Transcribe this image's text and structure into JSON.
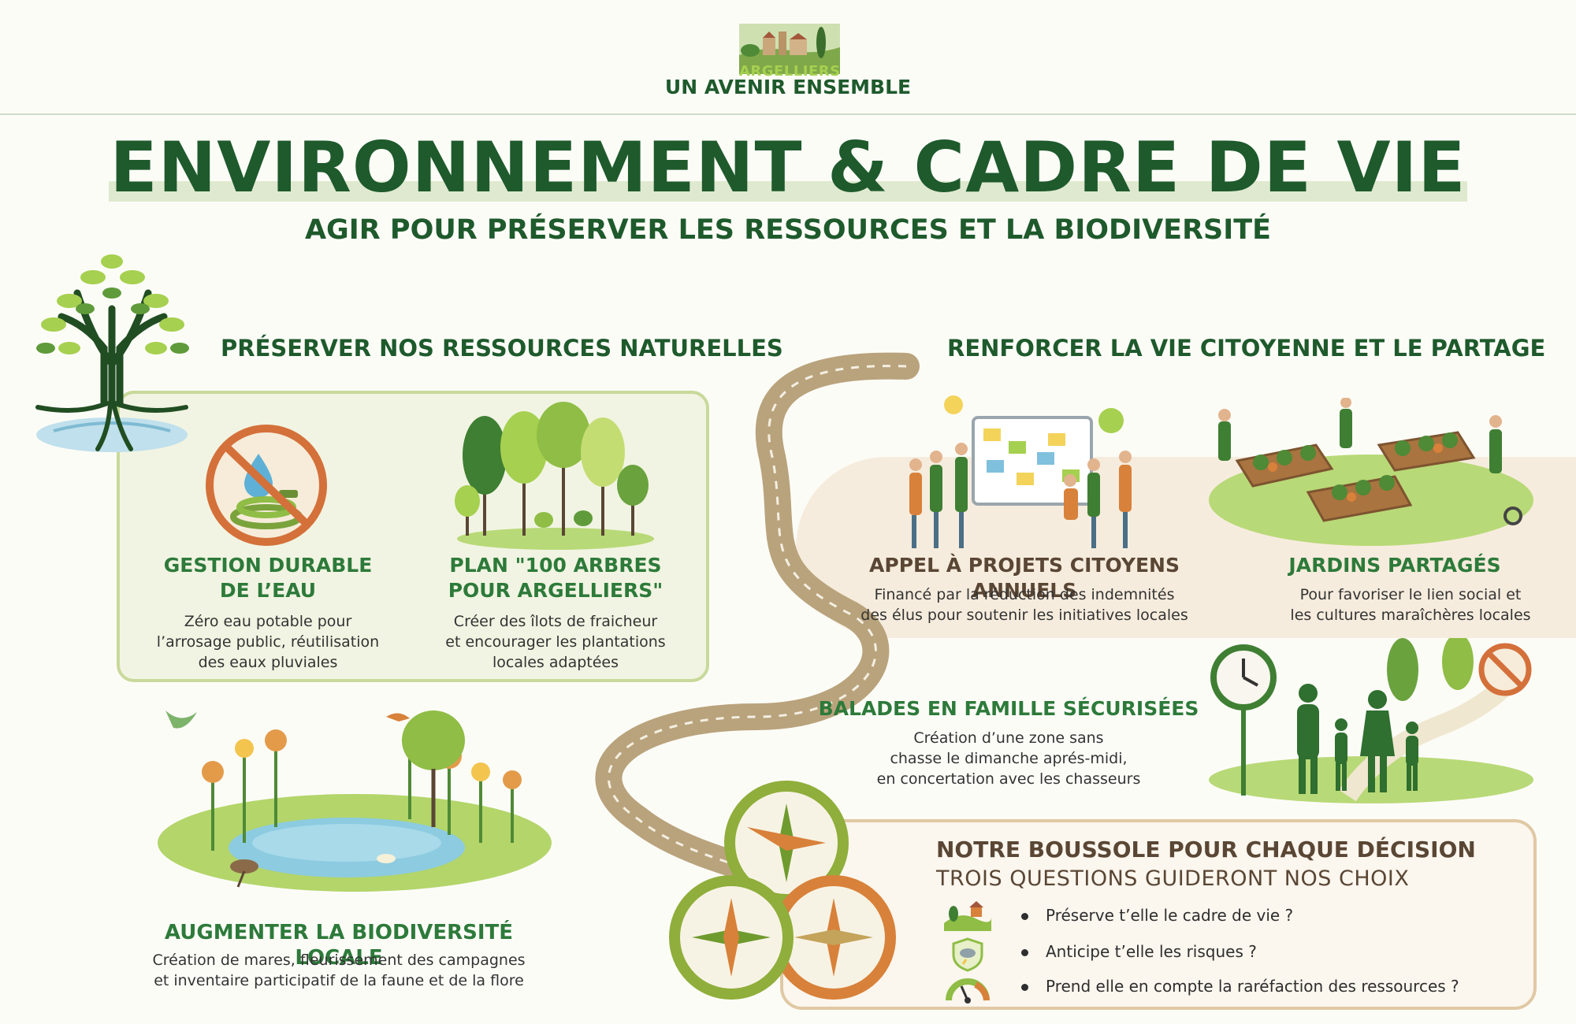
{
  "header": {
    "logo_name": "ARGELLIERS",
    "logo_tagline": "UN AVENIR ENSEMBLE",
    "title": "ENVIRONNEMENT & CADRE DE VIE",
    "subtitle": "AGIR POUR PRÉSERVER LES RESSOURCES ET LA BIODIVERSITÉ"
  },
  "left_section": {
    "heading": "PRÉSERVER NOS RESSOURCES NATURELLES",
    "water": {
      "title_l1": "GESTION DURABLE",
      "title_l2": "DE L’EAU",
      "desc_l1": "Zéro eau potable pour",
      "desc_l2": "l’arrosage public, réutilisation",
      "desc_l3": "des eaux pluviales"
    },
    "trees": {
      "title_l1": "PLAN \"100 ARBRES",
      "title_l2": "POUR ARGELLIERS\"",
      "desc_l1": "Créer des îlots de fraicheur",
      "desc_l2": "et encourager les plantations",
      "desc_l3": "locales adaptées"
    },
    "biodiversity": {
      "title": "AUGMENTER LA BIODIVERSITÉ LOCALE",
      "desc_l1": "Création de mares, fleurissement des campagnes",
      "desc_l2": "et inventaire participatif de la faune et de la flore"
    }
  },
  "right_section": {
    "heading": "RENFORCER LA VIE CITOYENNE ET LE PARTAGE",
    "projects": {
      "title": "APPEL À PROJETS CITOYENS ANNUELS",
      "desc_l1": "Financé par la réduction des indemnités",
      "desc_l2": "des élus pour soutenir les initiatives locales"
    },
    "gardens": {
      "title": "JARDINS PARTAGÉS",
      "desc_l1": "Pour favoriser le lien social et",
      "desc_l2": "les cultures maraîchères locales"
    },
    "walks": {
      "title": "BALADES EN FAMILLE SÉCURISÉES",
      "desc_l1": "Création d’une zone sans",
      "desc_l2": "chasse le dimanche aprés-midi,",
      "desc_l3": "en concertation avec les chasseurs"
    }
  },
  "compass": {
    "title": "NOTRE BOUSSOLE POUR CHAQUE DÉCISION",
    "subtitle": "TROIS QUESTIONS GUIDERONT NOS CHOIX",
    "questions": [
      {
        "icon": "landscape-icon",
        "text": "Préserve t’elle le cadre de vie ?"
      },
      {
        "icon": "shield-weather-icon",
        "text": "Anticipe t’elle les risques ?"
      },
      {
        "icon": "gauge-icon",
        "text": "Prend elle en compte la raréfaction des ressources ?"
      }
    ]
  },
  "colors": {
    "dark_green": "#1e5a2c",
    "mid_green": "#2d7a3a",
    "lime": "#a6d04f",
    "brown": "#5a4634",
    "orange": "#d8813a"
  }
}
